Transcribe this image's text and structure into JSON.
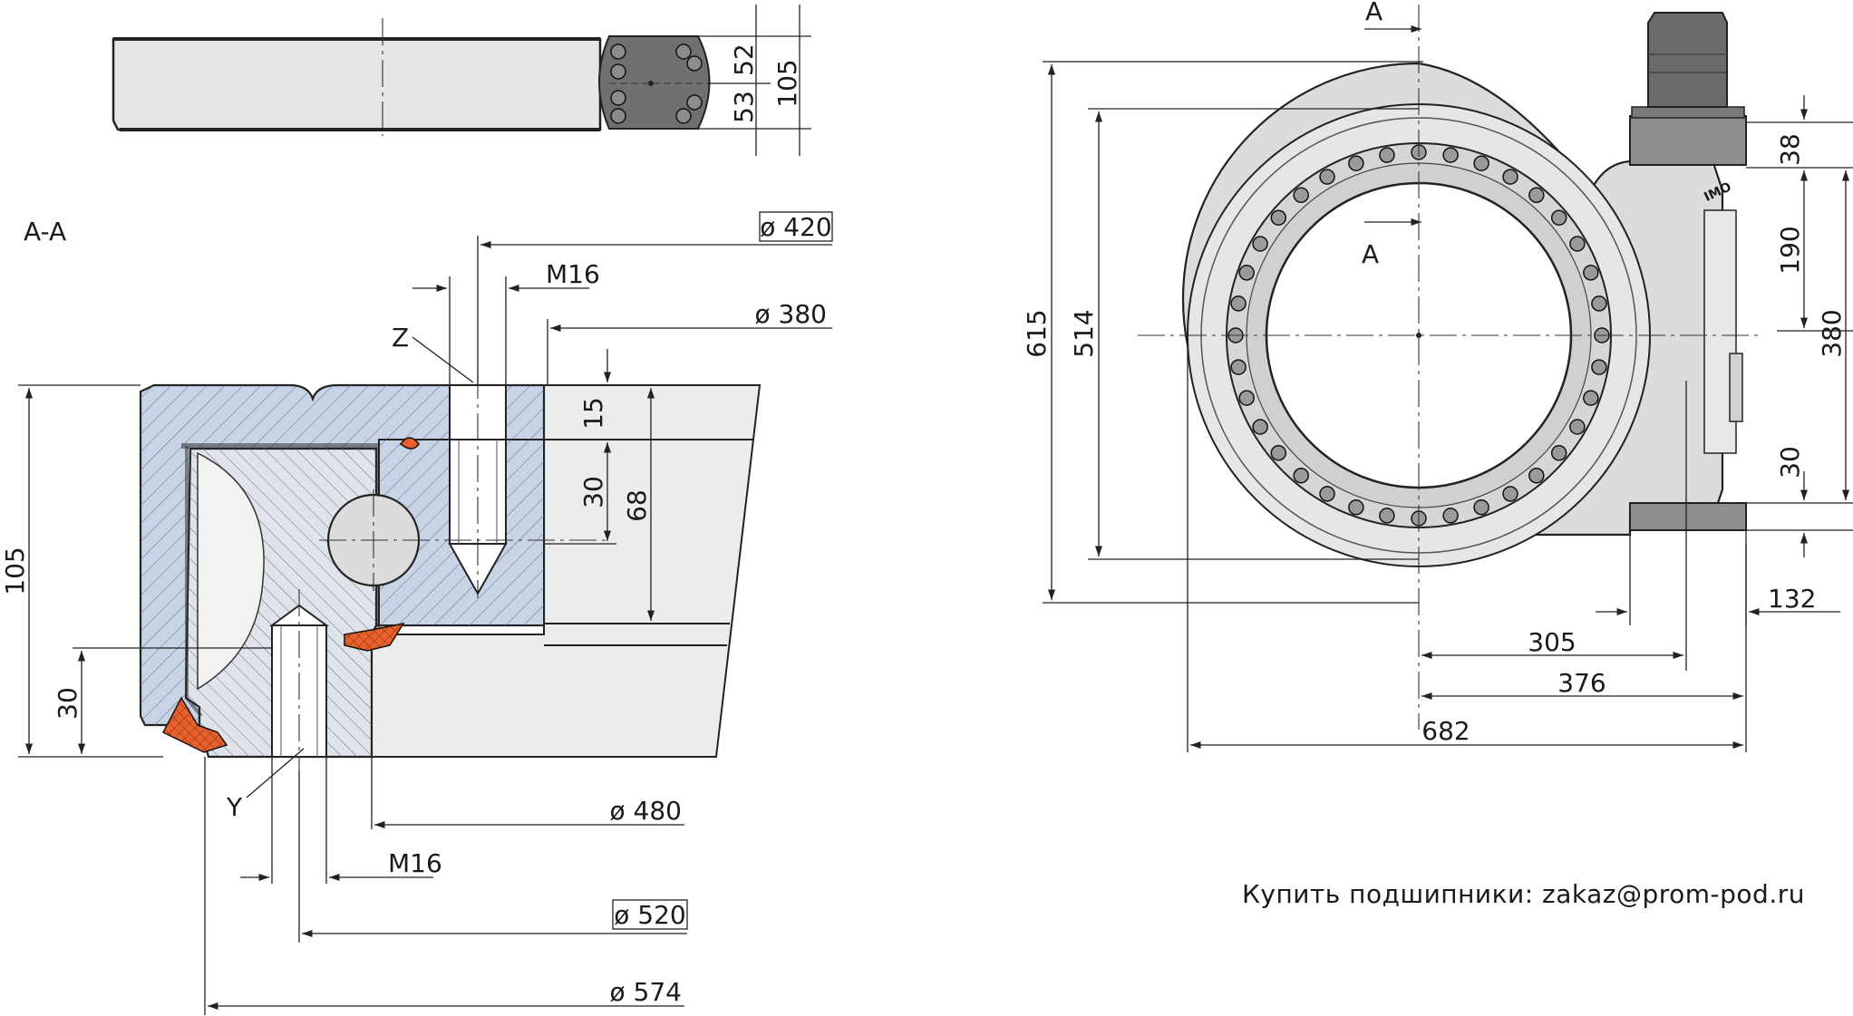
{
  "section_title": "A-A",
  "section_marker": "A",
  "top_view": {
    "dims": {
      "upper": "52",
      "lower": "53",
      "total": "105"
    }
  },
  "section_view": {
    "dims": {
      "height_total": "105",
      "height_lower": "30",
      "d15": "15",
      "d30": "30",
      "d68": "68",
      "dia_420": "ø 420",
      "dia_380": "ø 380",
      "dia_480": "ø 480",
      "dia_520": "ø 520",
      "dia_574": "ø 574",
      "thread_top": "M16",
      "thread_bottom": "M16"
    },
    "labels": {
      "z": "Z",
      "y": "Y"
    }
  },
  "plan_view": {
    "dims": {
      "d615": "615",
      "d514": "514",
      "d38": "38",
      "d190": "190",
      "d380": "380",
      "d30": "30",
      "d132": "132",
      "d305": "305",
      "d376": "376",
      "d682": "682"
    },
    "logo": "IMO"
  },
  "contact_text": "Купить подшипники: zakaz@prom-pod.ru",
  "colors": {
    "outer_ring": "#c8d3e6",
    "inner_ring": "#dfe3ea",
    "ring_light": "#e6e6e6",
    "housing": "#dcdcdc",
    "seal": "#e8612c",
    "motor": "#6b6b6b"
  }
}
